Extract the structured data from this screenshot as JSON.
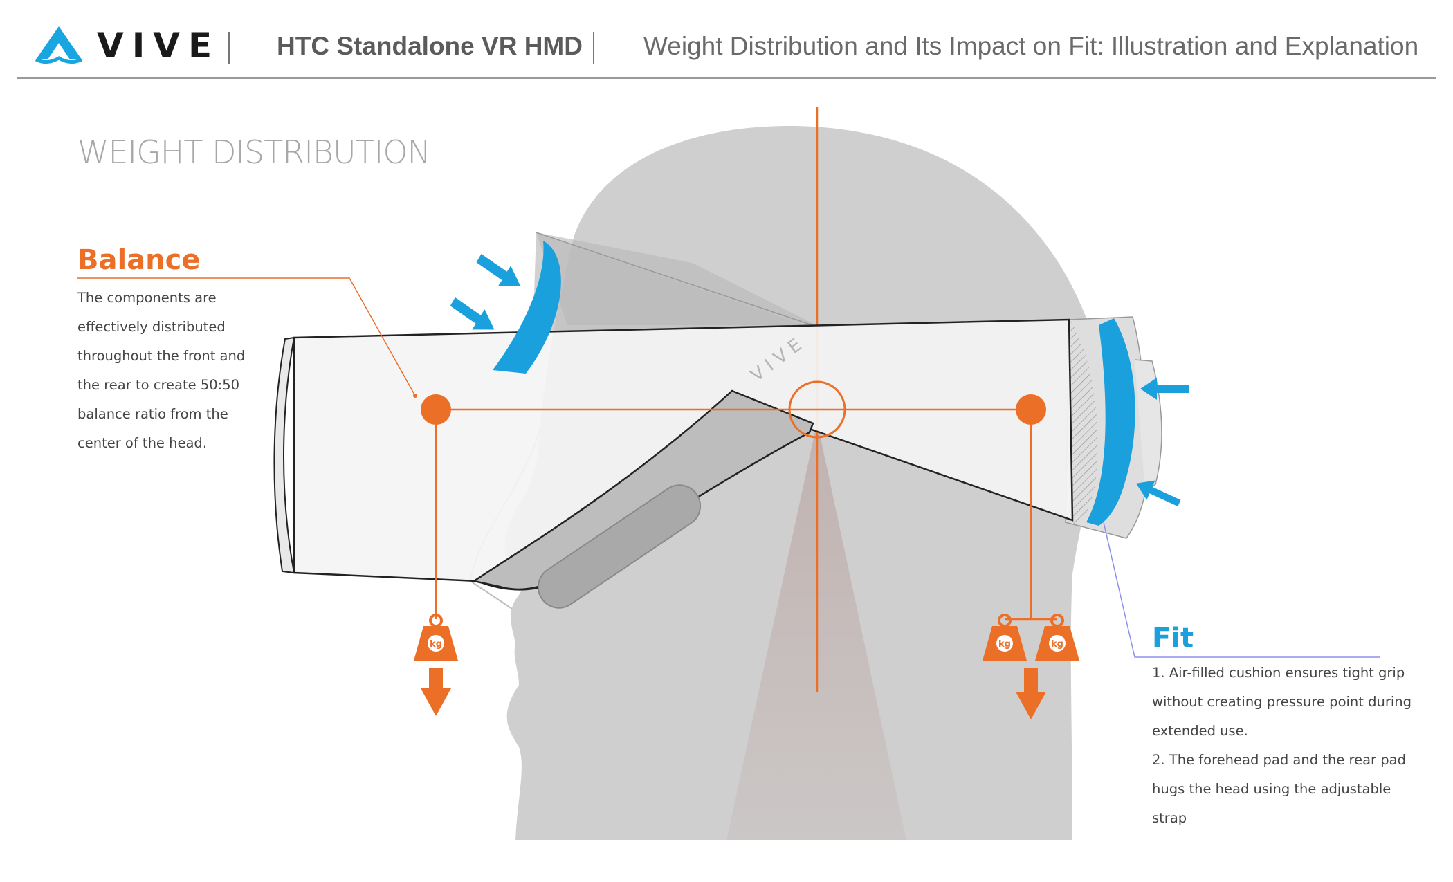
{
  "header": {
    "brand": "VIVE",
    "product": "HTC Standalone VR HMD",
    "subtitle": "Weight Distribution and Its Impact on Fit: Illustration and Explanation"
  },
  "section_title": "WEIGHT DISTRIBUTION",
  "balance": {
    "title": "Balance",
    "body": "The components are effectively distributed throughout the front and the rear to create 50:50 balance ratio from the center of the head."
  },
  "fit": {
    "title": "Fit",
    "points": [
      "1. Air-filled cushion ensures tight grip without creating pressure point during extended use.",
      "2. The forehead pad and the rear pad hugs the head using the adjustable strap"
    ]
  },
  "diagram": {
    "strap_logo": "VIVE",
    "weight_label": "kg"
  },
  "colors": {
    "accent_orange": "#ec6f28",
    "accent_blue": "#1aa0dc",
    "head_gray": "#cfcfcf",
    "fit_line": "#8f8ff0",
    "brand_logo": "#19a5e0"
  },
  "icons": [
    "vive-logo-icon",
    "kg-weight-icon",
    "down-arrow-icon",
    "push-arrow-icon"
  ]
}
